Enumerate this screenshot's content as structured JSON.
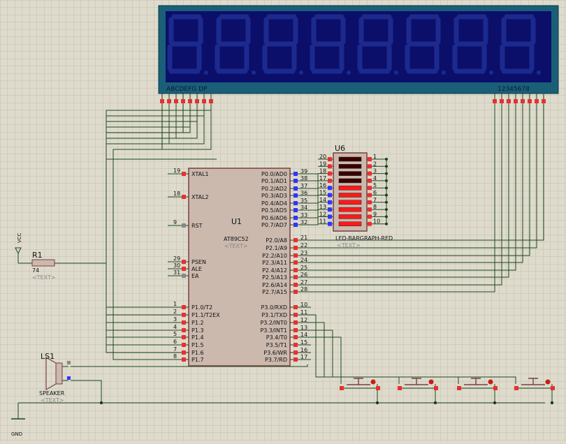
{
  "lcd": {
    "segment_labels": "ABCDEFG  DP",
    "digit_labels": "12345678"
  },
  "u1": {
    "ref": "U1",
    "part": "AT89C52",
    "text_placeholder": "<TEXT>",
    "left_pins": [
      {
        "num": "19",
        "name": "XTAL1"
      },
      {
        "num": "18",
        "name": "XTAL2"
      },
      {
        "num": "9",
        "name": "RST"
      },
      {
        "num": "29",
        "name": "PSEN"
      },
      {
        "num": "30",
        "name": "ALE"
      },
      {
        "num": "31",
        "name": "EA"
      },
      {
        "num": "1",
        "name": "P1.0/T2"
      },
      {
        "num": "2",
        "name": "P1.1/T2EX"
      },
      {
        "num": "3",
        "name": "P1.2"
      },
      {
        "num": "4",
        "name": "P1.3"
      },
      {
        "num": "5",
        "name": "P1.4"
      },
      {
        "num": "6",
        "name": "P1.5"
      },
      {
        "num": "7",
        "name": "P1.6"
      },
      {
        "num": "8",
        "name": "P1.7"
      }
    ],
    "right_pins": [
      {
        "num": "39",
        "name": "P0.0/AD0"
      },
      {
        "num": "38",
        "name": "P0.1/AD1"
      },
      {
        "num": "37",
        "name": "P0.2/AD2"
      },
      {
        "num": "36",
        "name": "P0.3/AD3"
      },
      {
        "num": "35",
        "name": "P0.4/AD4"
      },
      {
        "num": "34",
        "name": "P0.5/AD5"
      },
      {
        "num": "33",
        "name": "P0.6/AD6"
      },
      {
        "num": "32",
        "name": "P0.7/AD7"
      },
      {
        "num": "21",
        "name": "P2.0/A8"
      },
      {
        "num": "22",
        "name": "P2.1/A9"
      },
      {
        "num": "23",
        "name": "P2.2/A10"
      },
      {
        "num": "24",
        "name": "P2.3/A11"
      },
      {
        "num": "25",
        "name": "P2.4/A12"
      },
      {
        "num": "26",
        "name": "P2.5/A13"
      },
      {
        "num": "27",
        "name": "P2.6/A14"
      },
      {
        "num": "28",
        "name": "P2.7/A15"
      },
      {
        "num": "10",
        "name": "P3.0/RXD"
      },
      {
        "num": "11",
        "name": "P3.1/TXD"
      },
      {
        "num": "12",
        "name": "P3.2/INT0"
      },
      {
        "num": "13",
        "name": "P3.3/INT1"
      },
      {
        "num": "14",
        "name": "P3.4/T0"
      },
      {
        "num": "15",
        "name": "P3.5/T1"
      },
      {
        "num": "16",
        "name": "P3.6/WR"
      },
      {
        "num": "17",
        "name": "P3.7/RD"
      }
    ]
  },
  "u6": {
    "ref": "U6",
    "part": "LED-BARGRAPH-RED",
    "text_placeholder": "<TEXT>",
    "left_pins": [
      "20",
      "19",
      "18",
      "17",
      "16",
      "15",
      "14",
      "13",
      "12",
      "11"
    ],
    "right_pins": [
      "1",
      "2",
      "3",
      "4",
      "5",
      "6",
      "7",
      "8",
      "9",
      "10"
    ]
  },
  "r1": {
    "ref": "R1",
    "value": "74",
    "text_placeholder": "<TEXT>"
  },
  "ls1": {
    "ref": "LS1",
    "part": "SPEAKER",
    "text_placeholder": "<TEXT>"
  },
  "vcc": {
    "label": "VCC"
  },
  "gnd": {
    "label": "GND"
  }
}
